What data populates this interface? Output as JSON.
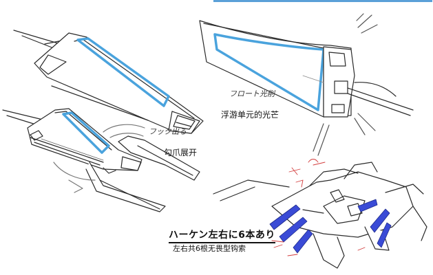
{
  "page": {
    "accent_color": "#5aa0d8",
    "line_color": "#2a2a2a",
    "mech_blue": "#3a4bd6",
    "annotation_red": "#d23a3a"
  },
  "labels": {
    "float_unit_light": "浮游单元的光芒",
    "claw_extend": "勾爪展开",
    "hooks_heading": "ハーケン左右に6本あり",
    "hooks_caption": "左右共6根无畏型钩索"
  },
  "handwritten": {
    "float_unit_note": "フロート光削",
    "hook_out_note": "フック出る"
  }
}
